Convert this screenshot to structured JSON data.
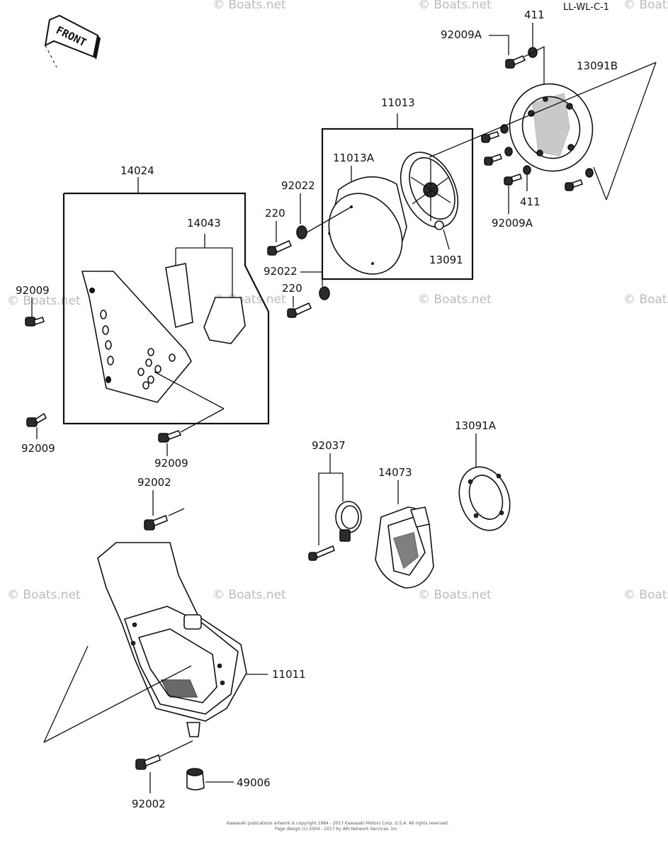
{
  "watermark": "© Boats.net",
  "front_label": "FRONT",
  "header_code": "LL-WL-C-1",
  "labels": {
    "p411_top": "411",
    "p92009A_top": "92009A",
    "p13091B": "13091B",
    "p11013": "11013",
    "p11013A": "11013A",
    "p14024": "14024",
    "p92022_top": "92022",
    "p220_top": "220",
    "p14043": "14043",
    "p13091": "13091",
    "p411_mid": "411",
    "p92009A_mid": "92009A",
    "p92022_mid": "92022",
    "p220_mid": "220",
    "p92009_left1": "92009",
    "p92009_left2": "92009",
    "p92009_bottom": "92009",
    "p13091A": "13091A",
    "p92037": "92037",
    "p14073": "14073",
    "p92002_top": "92002",
    "p11011": "11011",
    "p49006": "49006",
    "p92002_bottom": "92002"
  },
  "footer": {
    "line1": "Kawasaki pubications artwork is copyright 1984 - 2017 Kawasaki Motors Corp, U.S.A. All rights reserved.",
    "line2": "Page design (c) 2004 - 2017 by ARI Network Services, Inc."
  }
}
